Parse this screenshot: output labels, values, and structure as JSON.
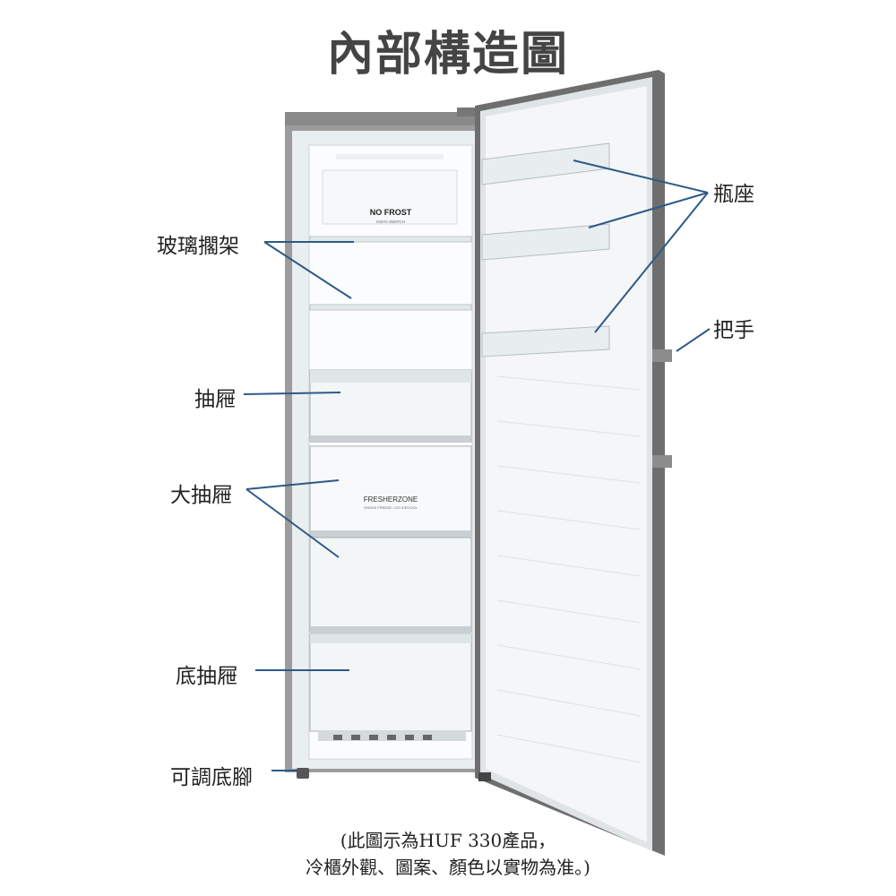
{
  "title": "內部構造圖",
  "labels": {
    "glass_shelf": "玻璃擱架",
    "drawer": "抽屜",
    "large_drawer": "大抽屜",
    "bottom_drawer": "底抽屜",
    "adjustable_feet": "可調底腳",
    "bottle_holder": "瓶座",
    "handle": "把手"
  },
  "panel_text": {
    "no_frost": "NO FROST",
    "no_frost_sub": "INSTA SWITCH",
    "fresherzone": "FRESHERZONE",
    "fresherzone_sub": "SHOCK FREEZE / GO ICECOOL"
  },
  "caption": {
    "line1": "(此圖示為HUF 330產品，",
    "line2": "冷櫃外觀、圖案、顏色以實物為准。)"
  },
  "colors": {
    "annotation_line": "#2d5a86",
    "door_frame": "#6e6e6e",
    "cabinet_frame": "#7a7a7a"
  }
}
